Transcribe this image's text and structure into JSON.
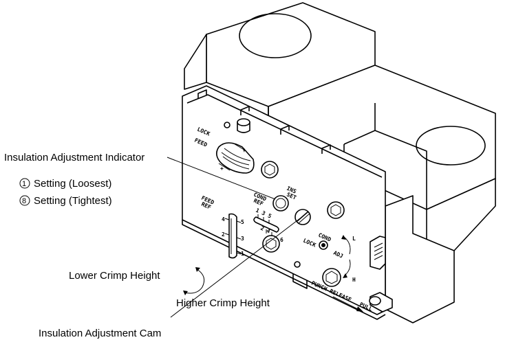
{
  "callouts": {
    "insulation_adjustment_indicator": "Insulation Adjustment Indicator",
    "setting_loosest_num": "1",
    "setting_loosest": "Setting (Loosest)",
    "setting_tightest_num": "8",
    "setting_tightest": "Setting (Tightest)",
    "lower_crimp_height": "Lower Crimp Height",
    "higher_crimp_height": "Higher Crimp Height",
    "insulation_adjustment_cam": "Insulation Adjustment Cam"
  },
  "engravings": {
    "lock": "LOCK",
    "feed": "FEED",
    "plus": "+",
    "feed_ref_1": "FEED",
    "feed_ref_2": "REF",
    "cond_ref_1": "COND",
    "cond_ref_2": "REF",
    "ins_set_1": "INS",
    "ins_set_2": "SET",
    "scale_top": "1 3 5",
    "scale_bottom": "2 4",
    "scale_6": "6",
    "left_scale_4": "4",
    "left_scale_5": "5",
    "left_scale_2": "2",
    "left_scale_3": "3",
    "left_scale_1": "1",
    "lock_cond_1": "LOCK",
    "lock_cond_2": "COND",
    "adj": "ADJ",
    "adj_l": "L",
    "adj_h": "H",
    "punch_release": "PUNCH RELEASE",
    "pull": "PULL"
  }
}
